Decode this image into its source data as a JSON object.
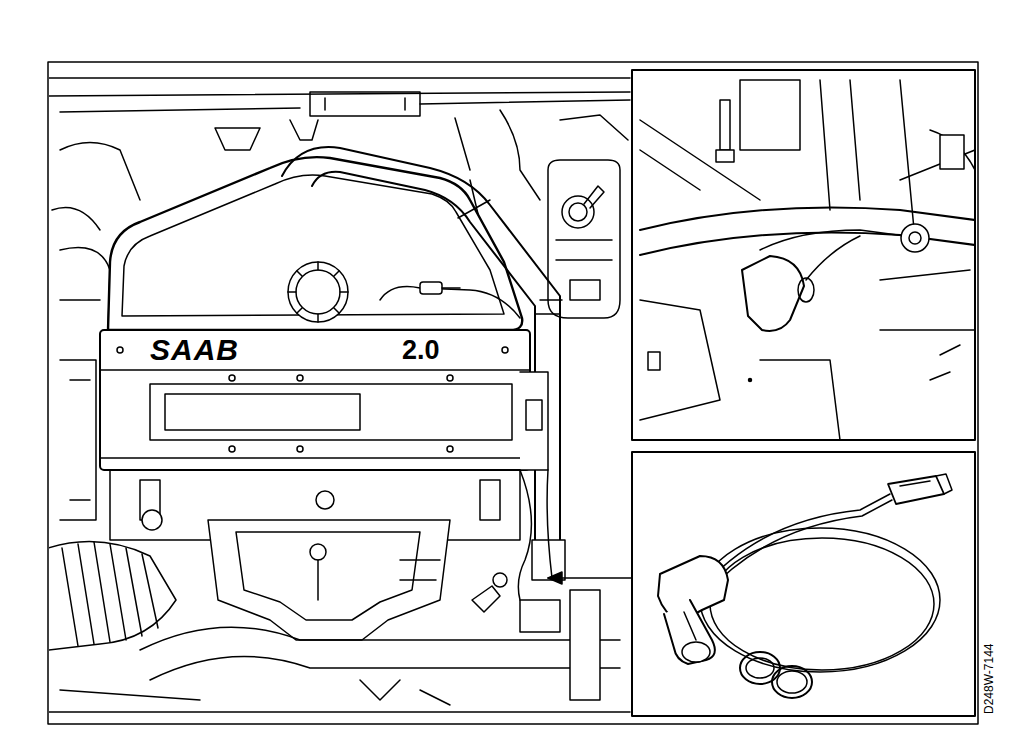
{
  "diagram": {
    "labels": [
      "SAAB",
      "2.0",
      "D248W-7144"
    ]
  }
}
